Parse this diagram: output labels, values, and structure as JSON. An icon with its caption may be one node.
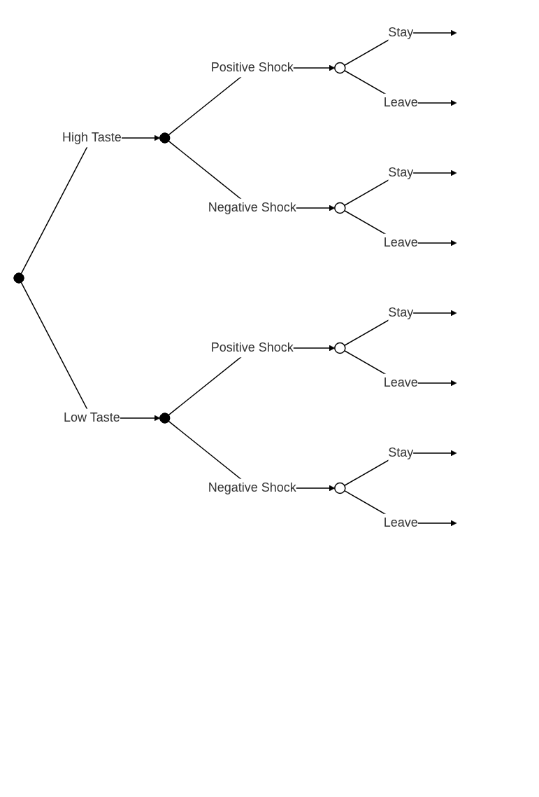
{
  "diagram": {
    "nodes": [
      {
        "text": [],
        "shape": "point"
      },
      {
        "text": [],
        "shape": "point"
      },
      {
        "text": [],
        "shape": "circle"
      },
      {
        "text": [],
        "shape": "circle"
      },
      {
        "text": [],
        "shape": "point"
      },
      {
        "text": [],
        "shape": "circle"
      },
      {
        "text": [],
        "shape": "circle"
      }
    ],
    "edges": [
      {
        "from": 0,
        "to": 1,
        "label": "High Taste",
        "arrow": "to"
      },
      {
        "from": 1,
        "to": 2,
        "label": "Positive Shock",
        "arrow": "to"
      },
      {
        "from": 1,
        "to": 3,
        "label": "Negative Shock",
        "arrow": "to"
      },
      {
        "from": 2,
        "to": null,
        "label": "Stay",
        "arrow": "to"
      },
      {
        "from": 2,
        "to": null,
        "label": "Leave",
        "arrow": "to"
      },
      {
        "from": 3,
        "to": null,
        "label": "Stay",
        "arrow": "to"
      },
      {
        "from": 3,
        "to": null,
        "label": "Leave",
        "arrow": "to"
      },
      {
        "from": 0,
        "to": 4,
        "label": "Low Taste",
        "arrow": "to"
      },
      {
        "from": 4,
        "to": 5,
        "label": "Positive Shock",
        "arrow": "to"
      },
      {
        "from": 4,
        "to": 6,
        "label": "Negative Shock",
        "arrow": "to"
      },
      {
        "from": 5,
        "to": null,
        "label": "Stay",
        "arrow": "to"
      },
      {
        "from": 5,
        "to": null,
        "label": "Leave",
        "arrow": "to"
      },
      {
        "from": 6,
        "to": null,
        "label": "Stay",
        "arrow": "to"
      },
      {
        "from": 6,
        "to": null,
        "label": "Leave",
        "arrow": "to"
      }
    ]
  }
}
